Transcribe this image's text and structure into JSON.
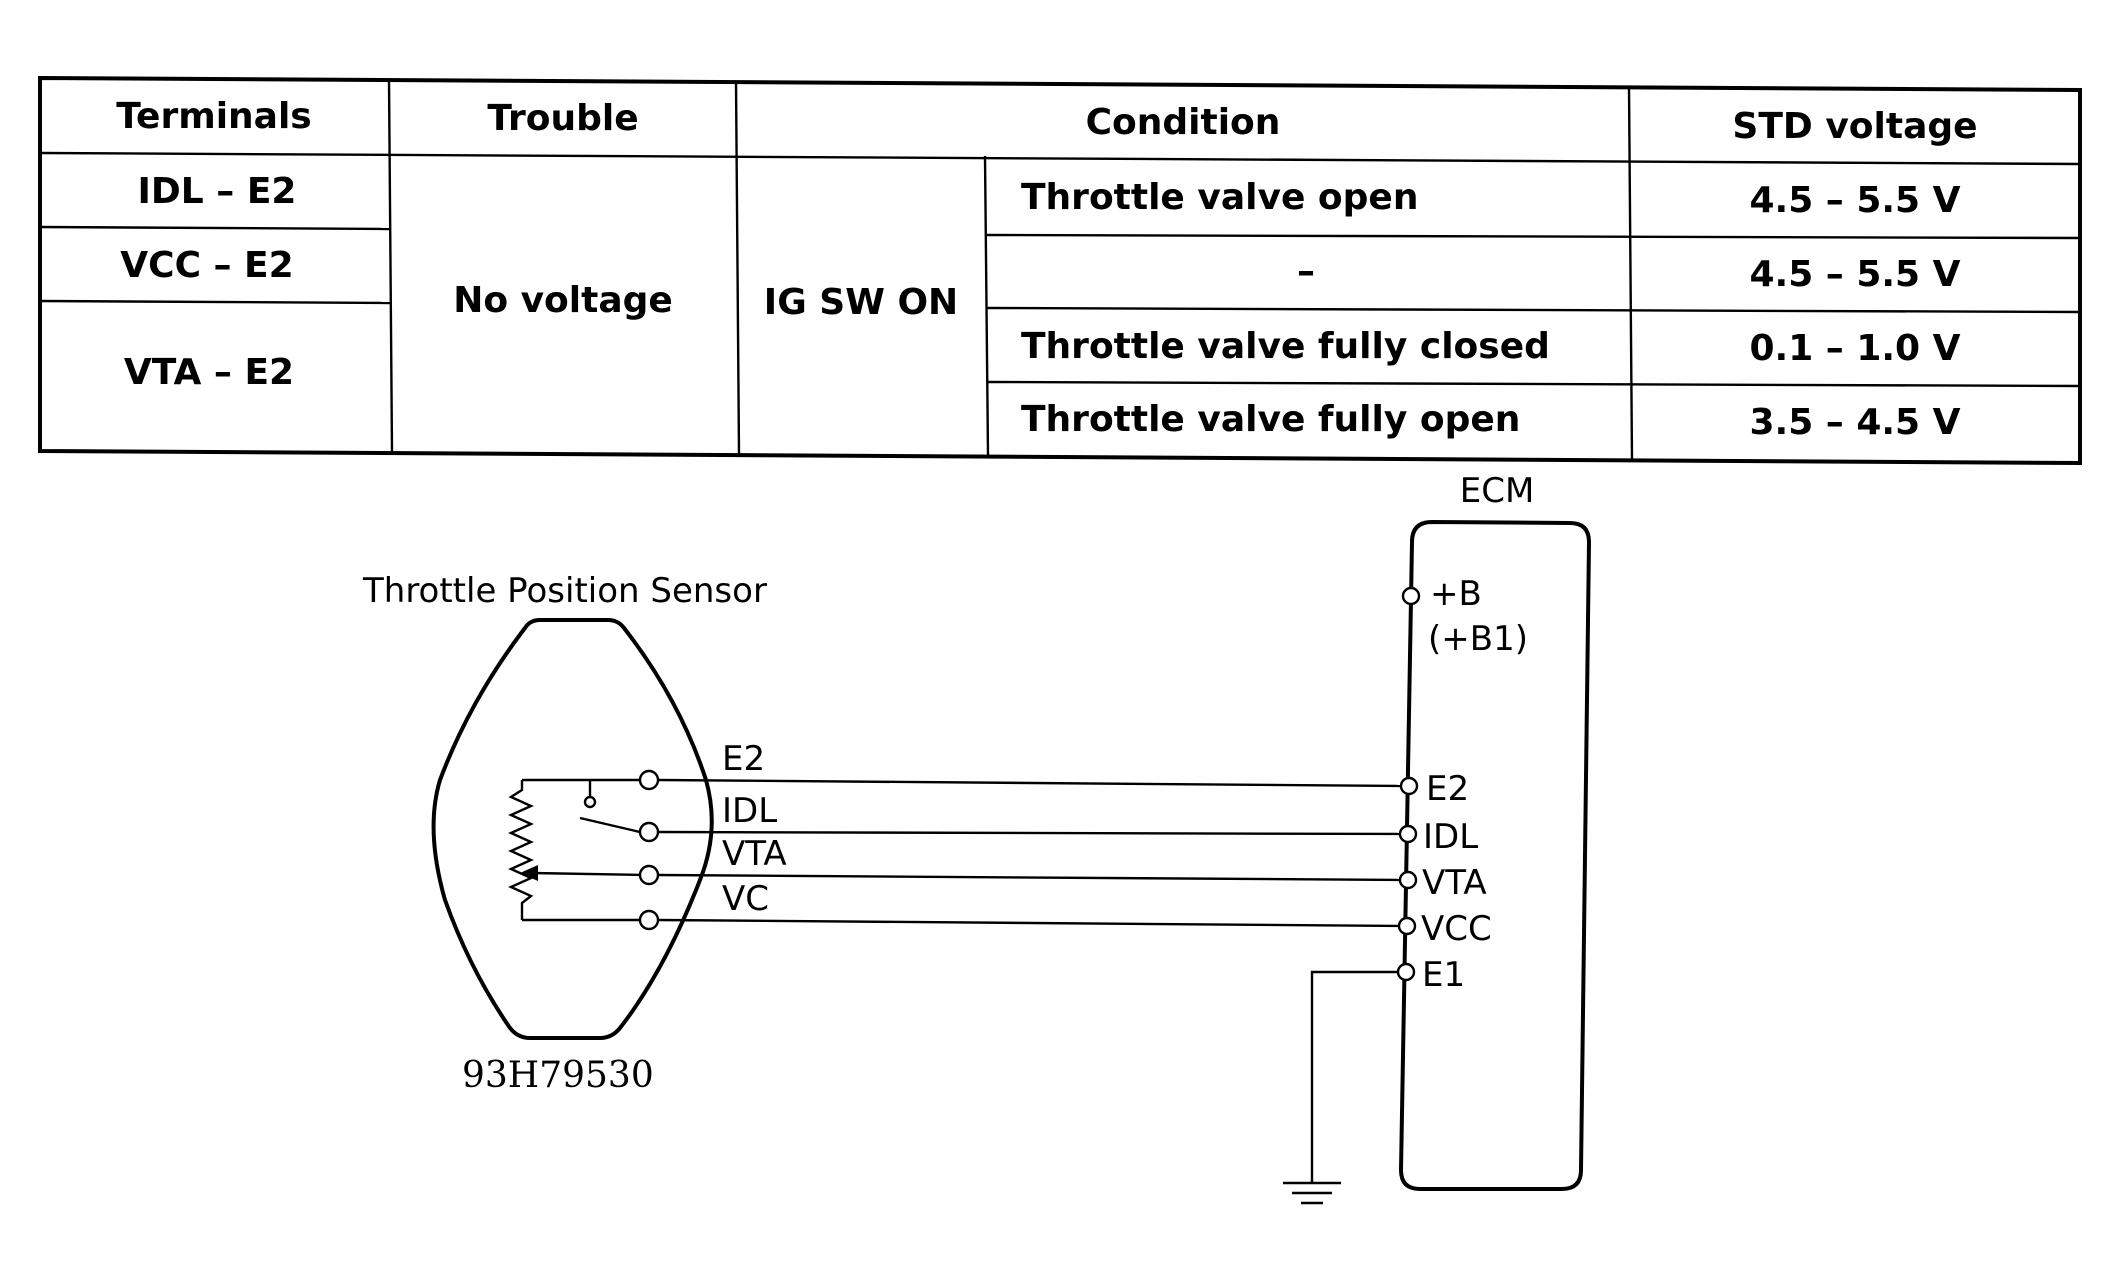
{
  "table": {
    "headers": {
      "terminals": "Terminals",
      "trouble": "Trouble",
      "condition": "Condition",
      "std_voltage": "STD voltage"
    },
    "terminals": [
      "IDL – E2",
      "VCC – E2",
      "VTA – E2"
    ],
    "trouble": "No voltage",
    "condition_main": "IG SW ON",
    "rows": [
      {
        "condition": "Throttle valve open",
        "voltage": "4.5 – 5.5 V"
      },
      {
        "condition": "–",
        "voltage": "4.5 – 5.5 V"
      },
      {
        "condition": "Throttle valve fully closed",
        "voltage": "0.1 – 1.0 V"
      },
      {
        "condition": "Throttle valve fully open",
        "voltage": "3.5 – 4.5 V"
      }
    ]
  },
  "diagram": {
    "sensor_title": "Throttle Position Sensor",
    "ecm_title": "ECM",
    "sensor_terminals": [
      "E2",
      "IDL",
      "VTA",
      "VC"
    ],
    "ecm_power": {
      "label": "+B",
      "alt": "(+B1)"
    },
    "ecm_terminals": [
      "E2",
      "IDL",
      "VTA",
      "VCC",
      "E1"
    ],
    "figure_code": "93H79530"
  }
}
